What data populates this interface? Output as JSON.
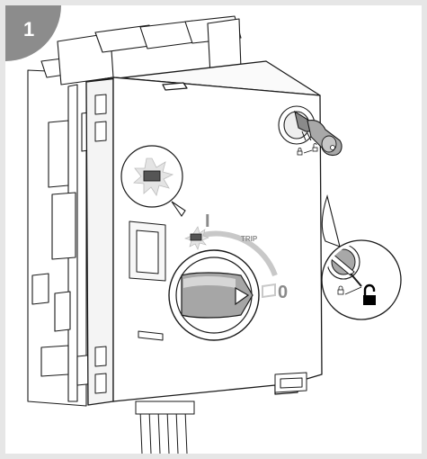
{
  "step": {
    "number": "1"
  },
  "dial": {
    "on_label": "I",
    "trip_label": "TRIP",
    "off_label": "0"
  },
  "colors": {
    "badge": "#8c8c8c",
    "frame": "#e6e6e6",
    "line": "#1a1a1a",
    "indicator": "#555555",
    "grey_marks": "#c8c8c8"
  },
  "icons": [
    "padlock-closed-icon",
    "padlock-open-icon",
    "key-icon",
    "indicator-starburst-icon"
  ]
}
